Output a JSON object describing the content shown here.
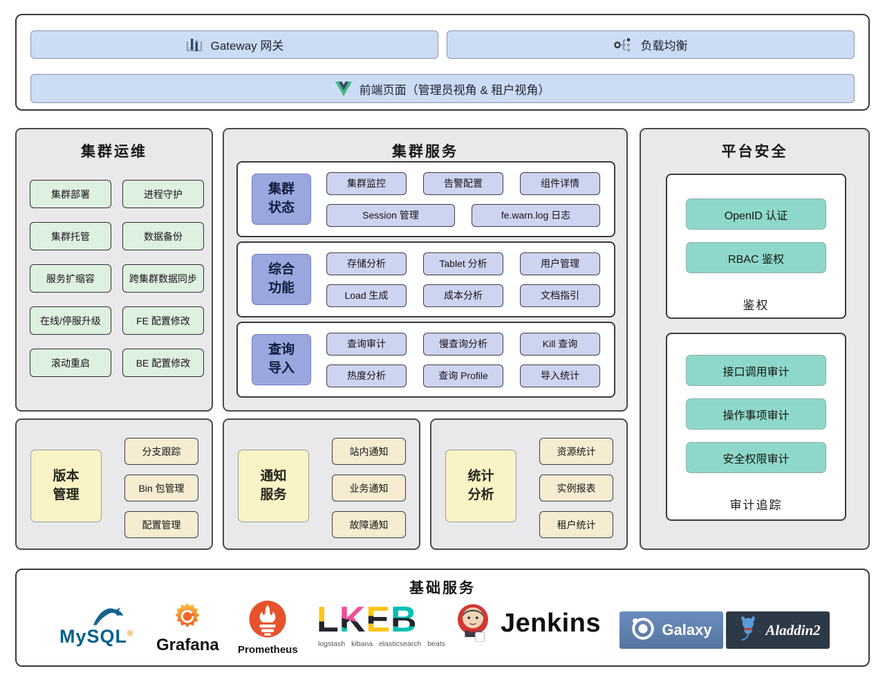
{
  "access": {
    "gateway_label": "Gateway 网关",
    "load_balancer_label": "负载均衡",
    "frontend_label": "前端页面（管理员视角 & 租户视角）"
  },
  "cluster_ops": {
    "title": "集群运维",
    "buttons": [
      "集群部署",
      "进程守护",
      "集群托管",
      "数据备份",
      "服务扩缩容",
      "跨集群数据同步",
      "在线/停服升级",
      "FE 配置修改",
      "滚动重启",
      "BE 配置修改"
    ]
  },
  "cluster_services": {
    "title": "集群服务",
    "groups": [
      {
        "label": "集群状态",
        "row1": [
          "集群监控",
          "告警配置",
          "组件详情"
        ],
        "row2": [
          "Session 管理",
          "fe.warn.log 日志"
        ]
      },
      {
        "label": "综合功能",
        "row1": [
          "存储分析",
          "Tablet 分析",
          "用户管理"
        ],
        "row2": [
          "Load 生成",
          "成本分析",
          "文档指引"
        ]
      },
      {
        "label": "查询导入",
        "row1": [
          "查询审计",
          "慢查询分析",
          "Kill 查询"
        ],
        "row2": [
          "热度分析",
          "查询 Profile",
          "导入统计"
        ]
      }
    ]
  },
  "platform_security": {
    "title": "平台安全",
    "auth": {
      "items": [
        "OpenID 认证",
        "RBAC 鉴权"
      ],
      "label": "鉴权"
    },
    "audit": {
      "items": [
        "接口调用审计",
        "操作事项审计",
        "安全权限审计"
      ],
      "label": "审计追踪"
    }
  },
  "version_mgmt": {
    "label": "版本管理",
    "items": [
      "分支跟踪",
      "Bin 包管理",
      "配置管理"
    ]
  },
  "notification": {
    "label": "通知服务",
    "items": [
      "站内通知",
      "业务通知",
      "故障通知"
    ]
  },
  "statistics": {
    "label": "统计分析",
    "items": [
      "资源统计",
      "实例报表",
      "租户统计"
    ]
  },
  "base_services": {
    "title": "基础服务",
    "mysql": {
      "text": "MySQL",
      "mark": "®"
    },
    "grafana": "Grafana",
    "prometheus": "Prometheus",
    "elastic": {
      "letters": [
        "L",
        "K",
        "E",
        "B"
      ],
      "sub": [
        "logstash",
        "kibana",
        "elasticsearch",
        "beats"
      ]
    },
    "jenkins": "Jenkins",
    "galaxy": "Galaxy",
    "aladdin": "Aladdin2"
  },
  "colors": {
    "access_bar": "#ccdcf5",
    "ops_chip": "#def0e0",
    "svc_chip": "#ccd4f0",
    "svc_block": "#9aa6de",
    "security_chip": "#8ed8cb",
    "bottom_block": "#faf3c6",
    "bottom_chip": "#f5ecd2",
    "panel_bg": "#e9e9eb"
  }
}
